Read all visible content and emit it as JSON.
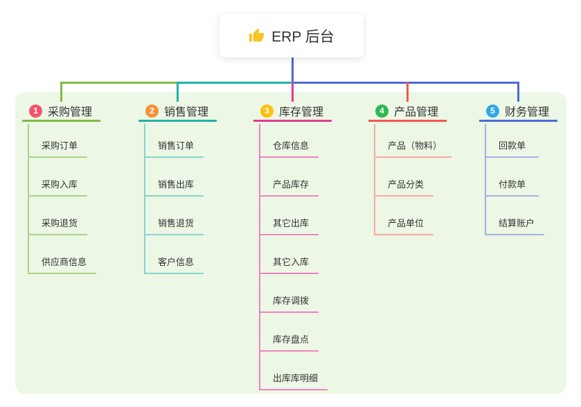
{
  "root": {
    "title": "ERP 后台",
    "icon": "thumbs-up-icon",
    "icon_color": "#f7c325",
    "connector_color": "#4c68d7"
  },
  "theme": {
    "page_bg": "#ffffff",
    "panel_bg": "#ecf7e5",
    "text_color": "#333333"
  },
  "branches": [
    {
      "badge": "1",
      "badge_color": "#f4536e",
      "label": "采购管理",
      "line_color": "#82bb40",
      "child_line_color": "#aad383",
      "children": [
        "采购订单",
        "采购入库",
        "采购退货",
        "供应商信息"
      ]
    },
    {
      "badge": "2",
      "badge_color": "#f9913d",
      "label": "销售管理",
      "line_color": "#21b2a6",
      "child_line_color": "#85d5cb",
      "children": [
        "销售订单",
        "销售出库",
        "销售退货",
        "客户信息"
      ]
    },
    {
      "badge": "3",
      "badge_color": "#fcc00d",
      "label": "库存管理",
      "line_color": "#e03a92",
      "child_line_color": "#f082c0",
      "children": [
        "仓库信息",
        "产品库存",
        "其它出库",
        "其它入库",
        "库存调拨",
        "库存盘点",
        "出库库明细"
      ]
    },
    {
      "badge": "4",
      "badge_color": "#2eb852",
      "label": "产品管理",
      "line_color": "#f4564c",
      "child_line_color": "#f9a8a2",
      "children": [
        "产品（物料）",
        "产品分类",
        "产品单位"
      ]
    },
    {
      "badge": "5",
      "badge_color": "#32a8e8",
      "label": "财务管理",
      "line_color": "#4c68d7",
      "child_line_color": "#a3b2e2",
      "children": [
        "回款单",
        "付款单",
        "结算账户"
      ]
    }
  ]
}
